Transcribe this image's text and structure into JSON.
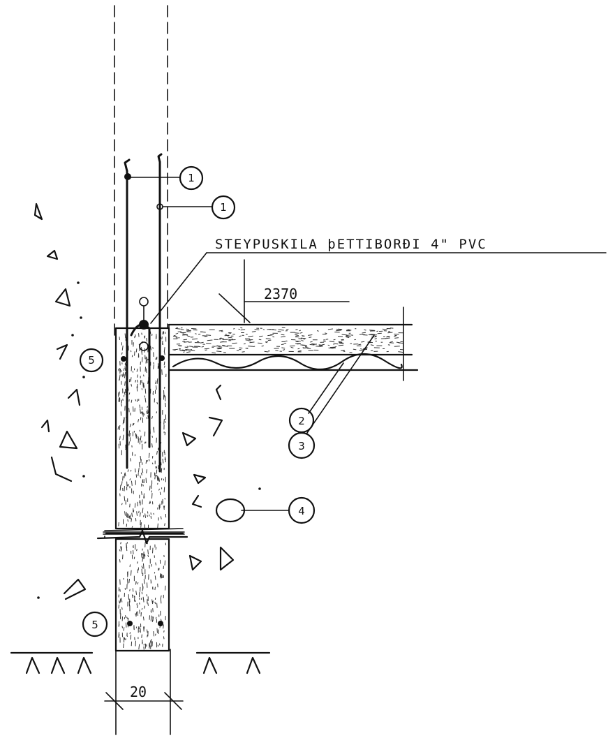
{
  "detail": {
    "note_label": "STEYPUSKILA þETTIBORÐI 4\" PVC",
    "slab_dimension": "2370",
    "wall_thickness_dimension": "20"
  },
  "callouts": [
    {
      "label": "1"
    },
    {
      "label": "1"
    },
    {
      "label": "2"
    },
    {
      "label": "3"
    },
    {
      "label": "4"
    },
    {
      "label": "5"
    },
    {
      "label": "5"
    }
  ],
  "colors": {
    "ink": "#111111",
    "paper": "#ffffff"
  }
}
